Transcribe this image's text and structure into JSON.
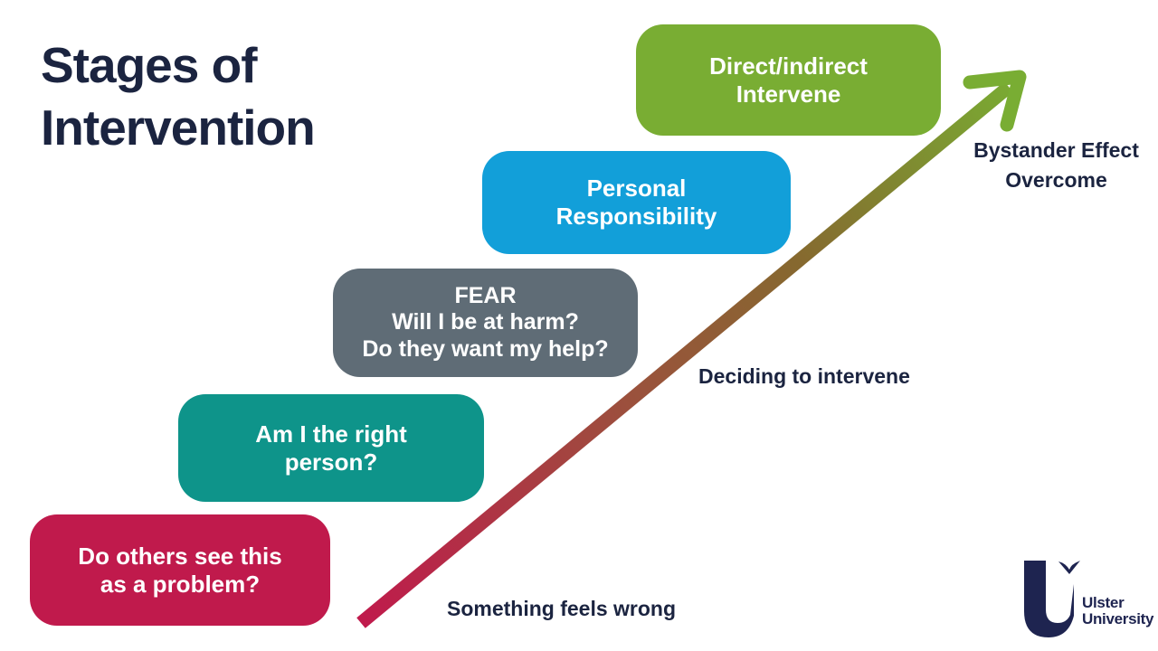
{
  "title": {
    "line1": "Stages of",
    "line2": "Intervention"
  },
  "stages": [
    {
      "id": "red",
      "color": "#c01a4c",
      "lines": [
        "Do others see this",
        "as a problem?"
      ]
    },
    {
      "id": "teal",
      "color": "#0e948a",
      "lines": [
        "Am I the right",
        "person?"
      ]
    },
    {
      "id": "gray",
      "color": "#5f6c76",
      "lines": [
        "FEAR",
        "Will I be at harm?",
        "Do they want my help?"
      ]
    },
    {
      "id": "blue",
      "color": "#129fd9",
      "lines": [
        "Personal",
        "Responsibility"
      ]
    },
    {
      "id": "green",
      "color": "#79ad33",
      "lines": [
        "Direct/indirect",
        "Intervene"
      ]
    }
  ],
  "annotations": {
    "bottom": "Something feels wrong",
    "middle": "Deciding to intervene",
    "top_line1": "Bystander Effect",
    "top_line2": "Overcome"
  },
  "arrow": {
    "start_color": "#c01a4c",
    "mid_color1": "#9a523c",
    "mid_color2": "#86682f",
    "end_color": "#79ad33"
  },
  "text_color": "#1b2440",
  "logo": {
    "line1": "Ulster",
    "line2": "University"
  }
}
